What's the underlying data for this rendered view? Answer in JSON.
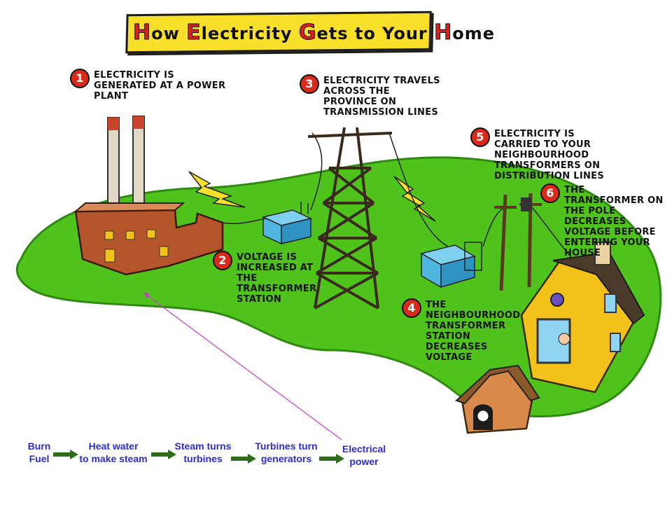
{
  "title": {
    "parts": [
      {
        "cap": "H",
        "rest": "ow "
      },
      {
        "cap": "E",
        "rest": "lectricity "
      },
      {
        "cap": "G",
        "rest": "ets to Your "
      },
      {
        "cap": "H",
        "rest": "ome"
      }
    ]
  },
  "steps": [
    {
      "number": "1",
      "text": "Electricity is Generated at a Power Plant"
    },
    {
      "number": "2",
      "text": "Voltage is increased at the transformer station"
    },
    {
      "number": "3",
      "text": "Electricity travels across the province on transmission lines"
    },
    {
      "number": "4",
      "text": "The neighbourhood transformer station decreases voltage"
    },
    {
      "number": "5",
      "text": "Electricity is carried to your neighbourhood transformers on distribution lines"
    },
    {
      "number": "6",
      "text": "The transformer on the pole decreases voltage before entering your house"
    }
  ],
  "flow": [
    {
      "label": "Burn\nFuel"
    },
    {
      "label": "Heat water\nto make steam"
    },
    {
      "label": "Steam turns\nturbines"
    },
    {
      "label": "Turbines turn\ngenerators"
    },
    {
      "label": "Electrical\npower"
    }
  ],
  "colors": {
    "grass": "#4fc31b",
    "grass_dark": "#2f8a10",
    "brick": "#b4552b",
    "transformer": "#4fb6e0",
    "house": "#f2c21a",
    "roof": "#4a3a2a",
    "flow_text": "#2b2bd4",
    "flow_arrow": "#2f6b1a",
    "pointer_line": "#c040c0",
    "banner": "#f8df2a",
    "accent_red": "#d92a1c"
  }
}
